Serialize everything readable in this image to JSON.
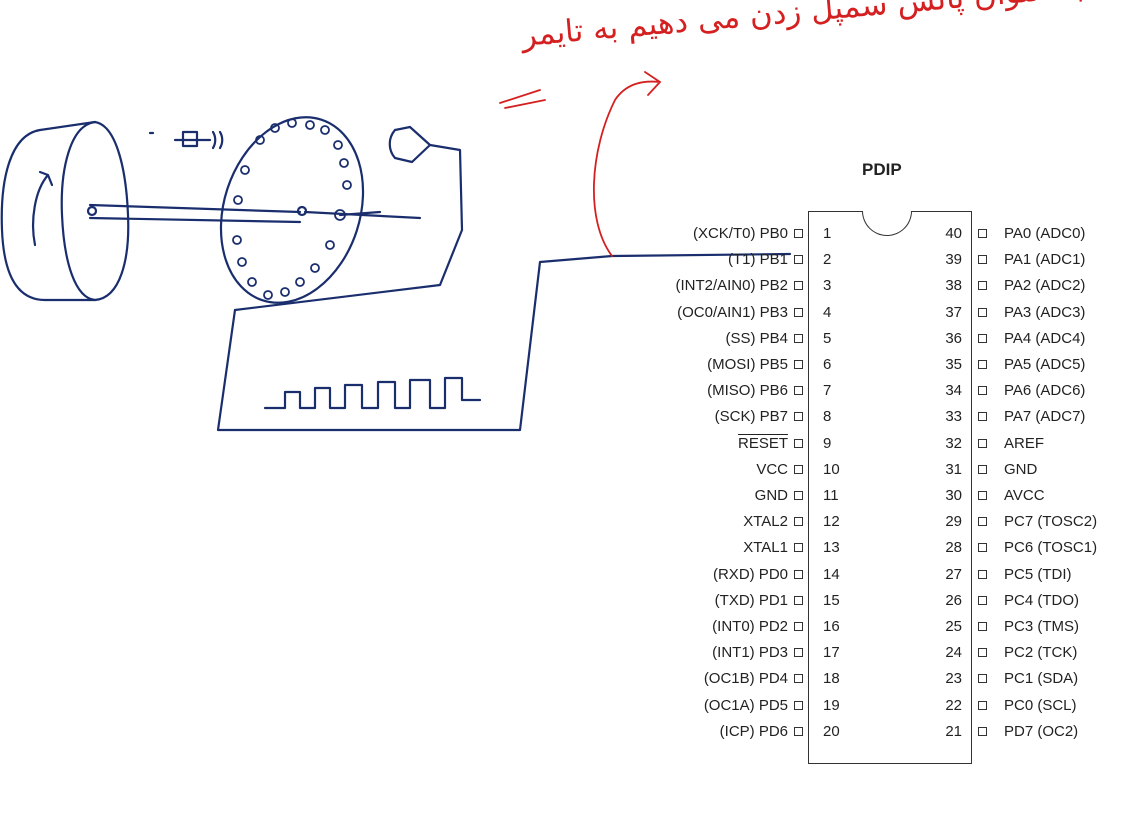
{
  "chip": {
    "package": "PDIP",
    "left_pins": [
      {
        "num": "1",
        "label": "(XCK/T0) PB0"
      },
      {
        "num": "2",
        "label": "(T1) PB1"
      },
      {
        "num": "3",
        "label": "(INT2/AIN0) PB2"
      },
      {
        "num": "4",
        "label": "(OC0/AIN1) PB3"
      },
      {
        "num": "5",
        "label": "(SS) PB4"
      },
      {
        "num": "6",
        "label": "(MOSI) PB5"
      },
      {
        "num": "7",
        "label": "(MISO) PB6"
      },
      {
        "num": "8",
        "label": "(SCK) PB7"
      },
      {
        "num": "9",
        "label": "RESET"
      },
      {
        "num": "10",
        "label": "VCC"
      },
      {
        "num": "11",
        "label": "GND"
      },
      {
        "num": "12",
        "label": "XTAL2"
      },
      {
        "num": "13",
        "label": "XTAL1"
      },
      {
        "num": "14",
        "label": "(RXD) PD0"
      },
      {
        "num": "15",
        "label": "(TXD) PD1"
      },
      {
        "num": "16",
        "label": "(INT0) PD2"
      },
      {
        "num": "17",
        "label": "(INT1) PD3"
      },
      {
        "num": "18",
        "label": "(OC1B) PD4"
      },
      {
        "num": "19",
        "label": "(OC1A) PD5"
      },
      {
        "num": "20",
        "label": "(ICP) PD6"
      }
    ],
    "right_pins": [
      {
        "num": "40",
        "label": "PA0 (ADC0)"
      },
      {
        "num": "39",
        "label": "PA1 (ADC1)"
      },
      {
        "num": "38",
        "label": "PA2 (ADC2)"
      },
      {
        "num": "37",
        "label": "PA3 (ADC3)"
      },
      {
        "num": "36",
        "label": "PA4 (ADC4)"
      },
      {
        "num": "35",
        "label": "PA5 (ADC5)"
      },
      {
        "num": "34",
        "label": "PA6 (ADC6)"
      },
      {
        "num": "33",
        "label": "PA7 (ADC7)"
      },
      {
        "num": "32",
        "label": "AREF"
      },
      {
        "num": "31",
        "label": "GND"
      },
      {
        "num": "30",
        "label": "AVCC"
      },
      {
        "num": "29",
        "label": "PC7 (TOSC2)"
      },
      {
        "num": "28",
        "label": "PC6 (TOSC1)"
      },
      {
        "num": "27",
        "label": "PC5 (TDI)"
      },
      {
        "num": "26",
        "label": "PC4 (TDO)"
      },
      {
        "num": "25",
        "label": "PC3 (TMS)"
      },
      {
        "num": "24",
        "label": "PC2 (TCK)"
      },
      {
        "num": "23",
        "label": "PC1 (SDA)"
      },
      {
        "num": "22",
        "label": "PC0 (SCL)"
      },
      {
        "num": "21",
        "label": "PD7 (OC2)"
      }
    ]
  },
  "annotation": {
    "text": "به عنوان پالس سمپل زدن می دهیم به تایمر",
    "ink_color": "#d42020"
  },
  "sketch": {
    "ink_color": "#1a2e6e"
  }
}
